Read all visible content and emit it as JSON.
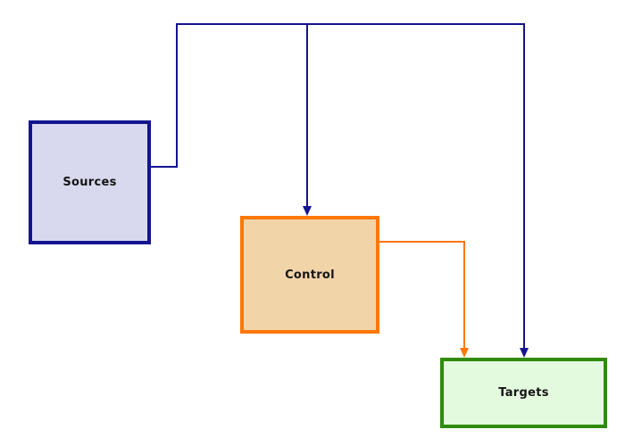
{
  "diagram": {
    "background_color": "#ffffff",
    "nodes": {
      "sources": {
        "label": "Sources",
        "fill_color": "#d8d9ee",
        "border_color": "#141490"
      },
      "control": {
        "label": "Control",
        "fill_color": "#f2d4a9",
        "border_color": "#ff7703"
      },
      "targets": {
        "label": "Targets",
        "fill_color": "#e4fadf",
        "border_color": "#2f8b0e"
      }
    },
    "edges": [
      {
        "from": "Sources",
        "to": "Control",
        "color": "#141490",
        "arrowhead": "down",
        "route": "right, up, right along top rail, down into Control"
      },
      {
        "from": "Sources",
        "to": "Targets",
        "color": "#141490",
        "arrowhead": "down",
        "route": "right, up, right along top rail, down into Targets"
      },
      {
        "from": "Control",
        "to": "Targets",
        "color": "#ff7703",
        "arrowhead": "down",
        "route": "right from Control, down into Targets"
      }
    ]
  }
}
